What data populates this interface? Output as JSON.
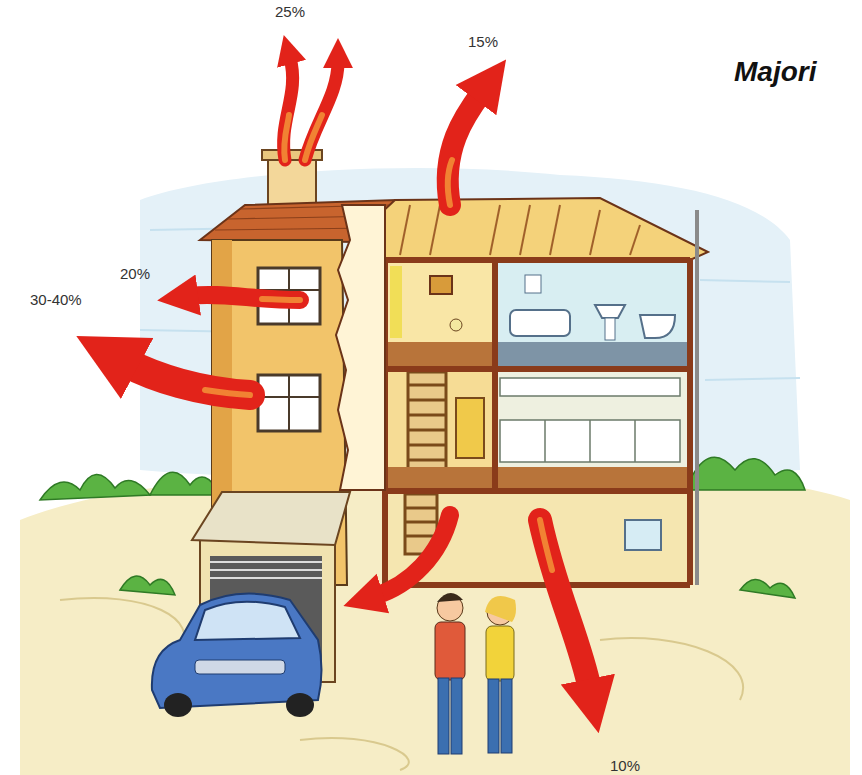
{
  "diagram": {
    "title": "Majori",
    "labels": [
      "25%",
      "15%",
      "20%",
      "30-40%",
      "10%"
    ]
  }
}
